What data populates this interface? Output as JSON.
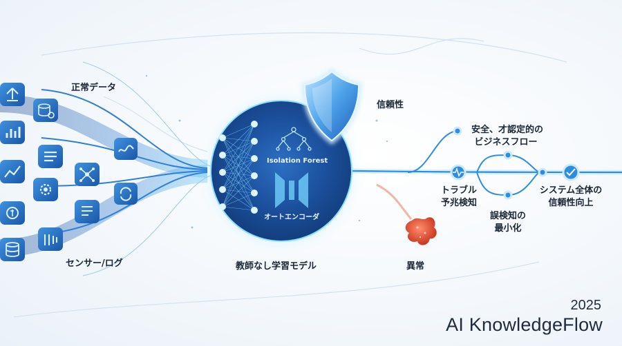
{
  "labels": {
    "normal_data": "正常データ",
    "sensor_log": "センサー/ログ",
    "unsupervised_model": "教師なし学習モデル",
    "isolation_forest": "Isolation Forest",
    "autoencoder": "オートエンコーダ",
    "reliability": "信頼性",
    "anomaly": "異常",
    "safe_flow_line1": "安全、才認定的の",
    "safe_flow_line2": "ビジネスフロー",
    "trouble_line1": "トラブル",
    "trouble_line2": "予兆検知",
    "false_line1": "誤検知の",
    "false_line2": "最小化",
    "system_line1": "システム全体の",
    "system_line2": "信頼性向上"
  },
  "brand": {
    "year": "2025",
    "name": "AI KnowledgeFlow"
  },
  "icons": {
    "left_grid": [
      "upload-icon",
      "database-icon",
      "bar-chart-icon",
      "list-icon",
      "line-chart-icon",
      "gear-icon",
      "network-icon",
      "coin-icon",
      "document-icon",
      "server-icon",
      "wave-icon",
      "sync-icon",
      "table-icon"
    ],
    "flow": [
      "pulse-icon",
      "check-icon"
    ],
    "shield": "shield-icon",
    "tree": "tree-icon",
    "anomaly": "anomaly-blob-icon"
  },
  "colors": {
    "primary": "#1f6fd1",
    "dark": "#0f3f85",
    "accent": "#34a8ee",
    "glow": "#7fd6ff",
    "anomaly": "#e2553e"
  }
}
